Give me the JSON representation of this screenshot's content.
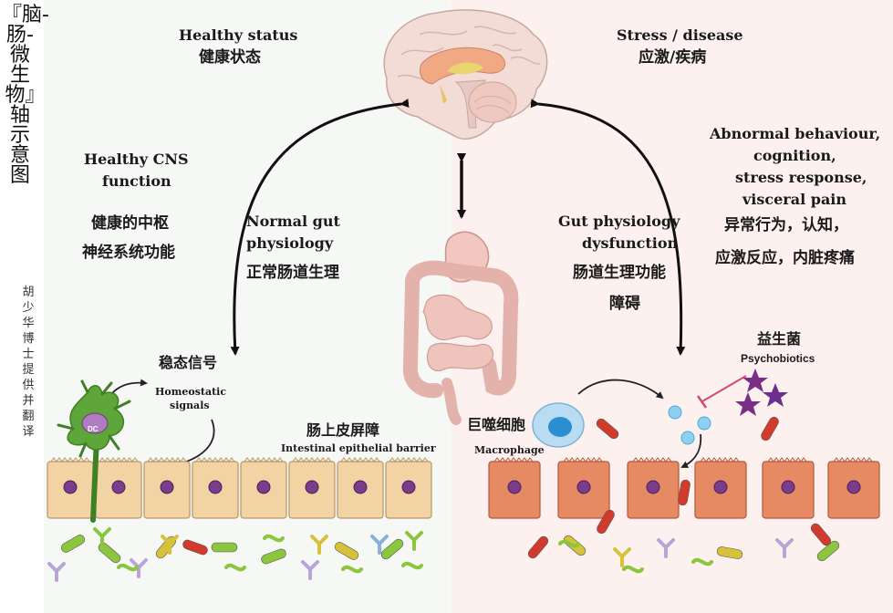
{
  "side": {
    "title": "『脑-肠-微生物』轴示意图",
    "credit": "胡少华博士提供并翻译"
  },
  "healthy": {
    "status_en": "Healthy status",
    "status_zh": "健康状态",
    "cns_en_1": "Healthy CNS",
    "cns_en_2": "function",
    "cns_zh_1": "健康的中枢",
    "cns_zh_2": "神经系统功能",
    "gut_en_1": "Normal gut",
    "gut_en_2": "physiology",
    "gut_zh": "正常肠道生理",
    "signals_zh": "稳态信号",
    "signals_en_1": "Homeostatic",
    "signals_en_2": "signals",
    "dc_label": "DC",
    "barrier_zh": "肠上皮屏障",
    "barrier_en": "Intestinal epithelial barrier"
  },
  "disease": {
    "status_en": "Stress / disease",
    "status_zh": "应激/疾病",
    "abn_en_1": "Abnormal behaviour,",
    "abn_en_2": "cognition,",
    "abn_en_3": "stress response,",
    "abn_en_4": "visceral pain",
    "abn_zh_1": "异常行为，认知，",
    "abn_zh_2": "应激反应，内脏疼痛",
    "gut_en_1": "Gut physiology",
    "gut_en_2": "dysfunction",
    "gut_zh_1": "肠道生理功能",
    "gut_zh_2": "障碍",
    "psycho_zh": "益生菌",
    "psycho_en": "Psychobiotics",
    "macro_zh": "巨噬细胞",
    "macro_en": "Macrophage"
  },
  "colors": {
    "left_bg": "#f6f8f6",
    "right_bg": "#fdf1ef",
    "cell_left": "#f2d4a4",
    "cell_right": "#e58a62",
    "nucleus": "#7b3c8c",
    "dc_cell": "#5ea53a",
    "arrow": "#111111"
  }
}
